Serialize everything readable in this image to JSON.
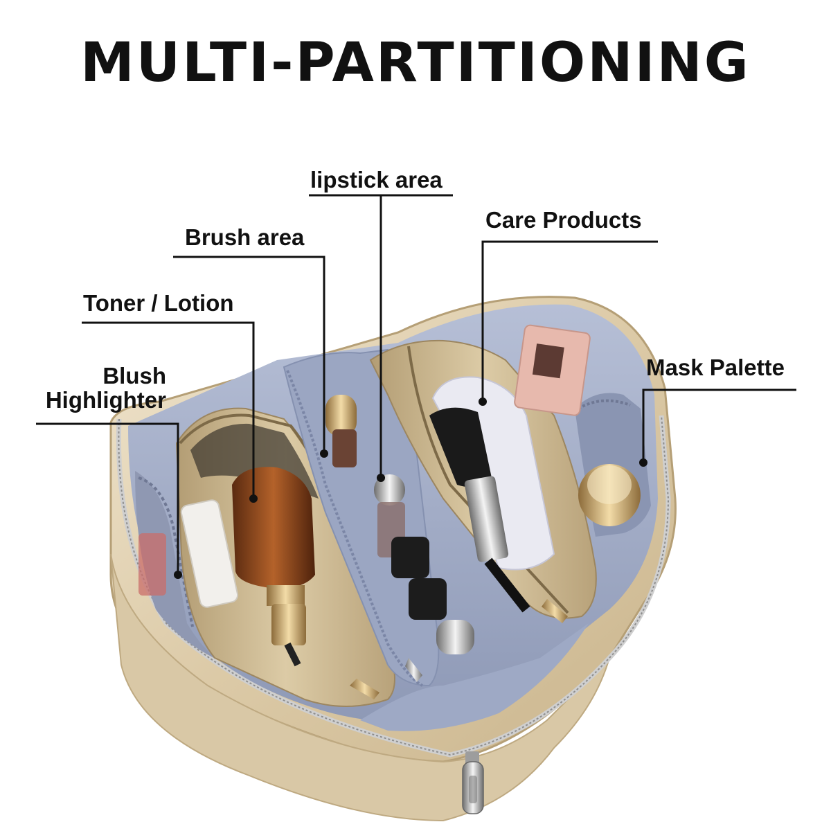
{
  "title": "MULTI-PARTITIONING",
  "labels": {
    "lipstick": "lipstick area",
    "brush": "Brush area",
    "care": "Care Products",
    "toner": "Toner / Lotion",
    "mask": "Mask Palette",
    "blush": "Blush",
    "highlighter": "Highlighter"
  },
  "colors": {
    "bag_gold": "#d8c7a6",
    "lining_blue": "#a3adc6",
    "pouch_gold": "#c9b48f",
    "callout_line": "#111111"
  }
}
